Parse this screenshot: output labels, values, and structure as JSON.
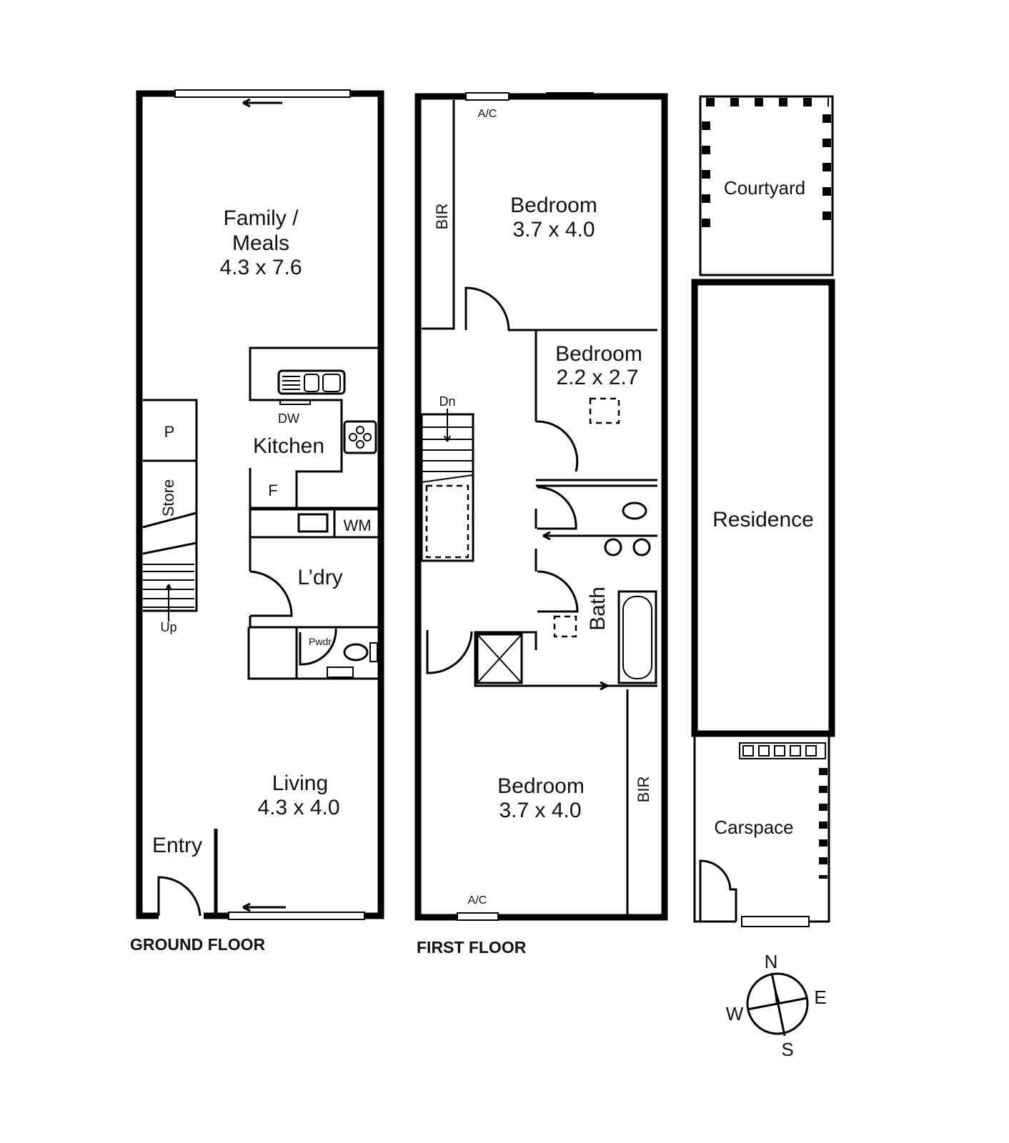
{
  "ground_floor": {
    "title": "GROUND FLOOR",
    "rooms": {
      "family_meals": {
        "name_line1": "Family /",
        "name_line2": "Meals",
        "size": "4.3 x 7.6"
      },
      "kitchen": {
        "name": "Kitchen"
      },
      "laundry": {
        "name": "L’dry"
      },
      "powder": {
        "name": "Pwdr"
      },
      "living": {
        "name": "Living",
        "size": "4.3 x 4.0"
      },
      "entry": {
        "name": "Entry"
      },
      "pantry": {
        "name": "P"
      },
      "store": {
        "name": "Store"
      }
    },
    "fixtures": {
      "dishwasher": "DW",
      "fridge": "F",
      "washing_machine": "WM",
      "stairs_up": "Up"
    }
  },
  "first_floor": {
    "title": "FIRST FLOOR",
    "rooms": {
      "bedroom_top": {
        "name": "Bedroom",
        "size": "3.7 x 4.0"
      },
      "bedroom_mid": {
        "name": "Bedroom",
        "size": "2.2 x 2.7"
      },
      "bedroom_bottom": {
        "name": "Bedroom",
        "size": "3.7 x 4.0"
      },
      "bath": {
        "name": "Bath"
      },
      "bir_top": {
        "name": "BIR"
      },
      "bir_bottom": {
        "name": "BIR"
      }
    },
    "fixtures": {
      "ac_top": "A/C",
      "ac_bottom": "A/C",
      "stairs_down": "Dn"
    }
  },
  "site": {
    "courtyard": "Courtyard",
    "residence": "Residence",
    "carspace": "Carspace"
  },
  "compass": {
    "n": "N",
    "e": "E",
    "s": "S",
    "w": "W"
  }
}
